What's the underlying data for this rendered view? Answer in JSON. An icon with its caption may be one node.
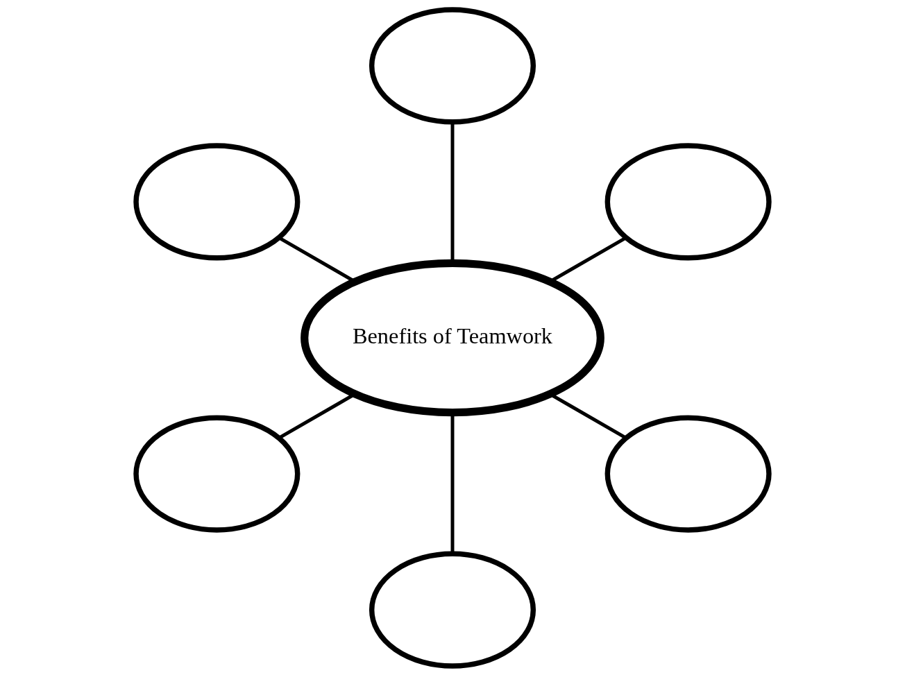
{
  "diagram": {
    "nodes": [
      {
        "text": [],
        "shape": "ellipse"
      },
      {
        "text": [],
        "shape": "ellipse"
      },
      {
        "text": [],
        "shape": "ellipse"
      },
      {
        "text": [
          "Benefits of Teamwork"
        ]
      },
      {
        "text": [],
        "shape": "ellipse"
      },
      {
        "text": [],
        "shape": "ellipse"
      },
      {
        "text": [],
        "shape": "ellipse"
      }
    ],
    "edges": [
      {
        "from": 3,
        "to": 0,
        "arrow": "none"
      },
      {
        "from": 3,
        "to": 1,
        "arrow": "none"
      },
      {
        "from": 3,
        "to": 2,
        "arrow": "none"
      },
      {
        "from": 3,
        "to": 4,
        "arrow": "none"
      },
      {
        "from": 3,
        "to": 5,
        "arrow": "none"
      },
      {
        "from": 3,
        "to": 6,
        "arrow": "none"
      }
    ]
  }
}
